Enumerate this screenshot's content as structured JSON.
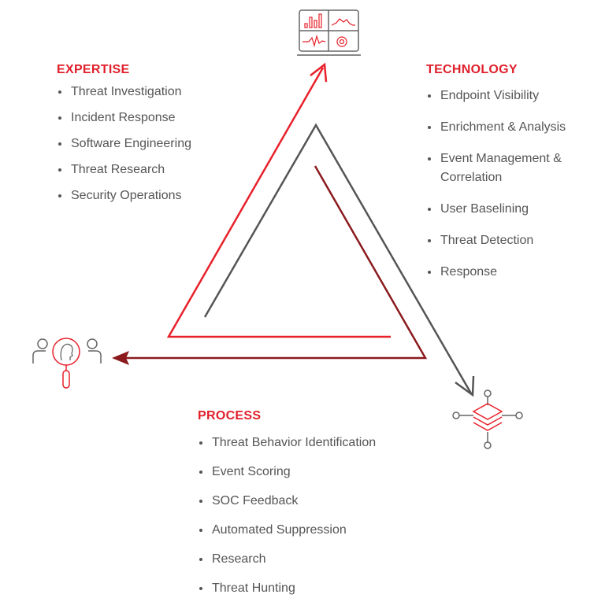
{
  "colors": {
    "red": "#e8202a",
    "gray": "#555555",
    "dark_red": "#8b1a1e"
  },
  "icons": {
    "top": "monitoring-dashboard-icon",
    "left": "people-magnifier-icon",
    "right": "layered-network-icon"
  },
  "expertise": {
    "title": "EXPERTISE",
    "items": [
      "Threat Investigation",
      "Incident Response",
      "Software Engineering",
      "Threat Research",
      "Security Operations"
    ]
  },
  "technology": {
    "title": "TECHNOLOGY",
    "items": [
      "Endpoint Visibility",
      "Enrichment & Analysis",
      "Event Management & Correlation",
      "User Baselining",
      "Threat Detection",
      "Response"
    ]
  },
  "process": {
    "title": "PROCESS",
    "items": [
      "Threat Behavior Identification",
      "Event Scoring",
      "SOC Feedback",
      "Automated Suppression",
      "Research",
      "Threat Hunting"
    ]
  }
}
